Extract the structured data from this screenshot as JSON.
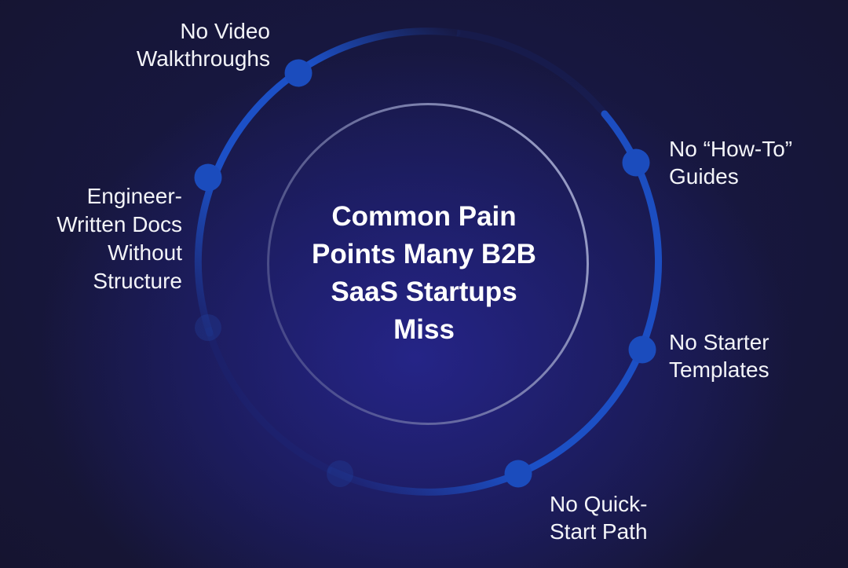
{
  "title": {
    "lines": [
      "Common Pain",
      "Points Many B2B",
      "SaaS Startups",
      "Miss"
    ]
  },
  "pain_points": [
    {
      "id": "no-video-walkthroughs",
      "lines": [
        "No Video",
        "Walkthroughs"
      ]
    },
    {
      "id": "engineer-written-docs",
      "lines": [
        "Engineer-",
        "Written Docs",
        "Without",
        "Structure"
      ]
    },
    {
      "id": "no-how-to-guides",
      "lines": [
        "No “How-To”",
        "Guides"
      ]
    },
    {
      "id": "no-starter-templates",
      "lines": [
        "No Starter",
        "Templates"
      ]
    },
    {
      "id": "no-quick-start-path",
      "lines": [
        "No Quick-",
        "Start Path"
      ]
    }
  ],
  "colors": {
    "arc_blue": "#1c50c6",
    "node_blue": "#1b4cbd",
    "faint_node_blue": "#2246a6",
    "ring_light_dim": "#7d82ad",
    "ring_light_mid": "#8b90bb",
    "ring_light_bright": "#a3a8cf",
    "background_glow": "#26258c",
    "background_dark": "#121126",
    "text": "#ffffff"
  }
}
